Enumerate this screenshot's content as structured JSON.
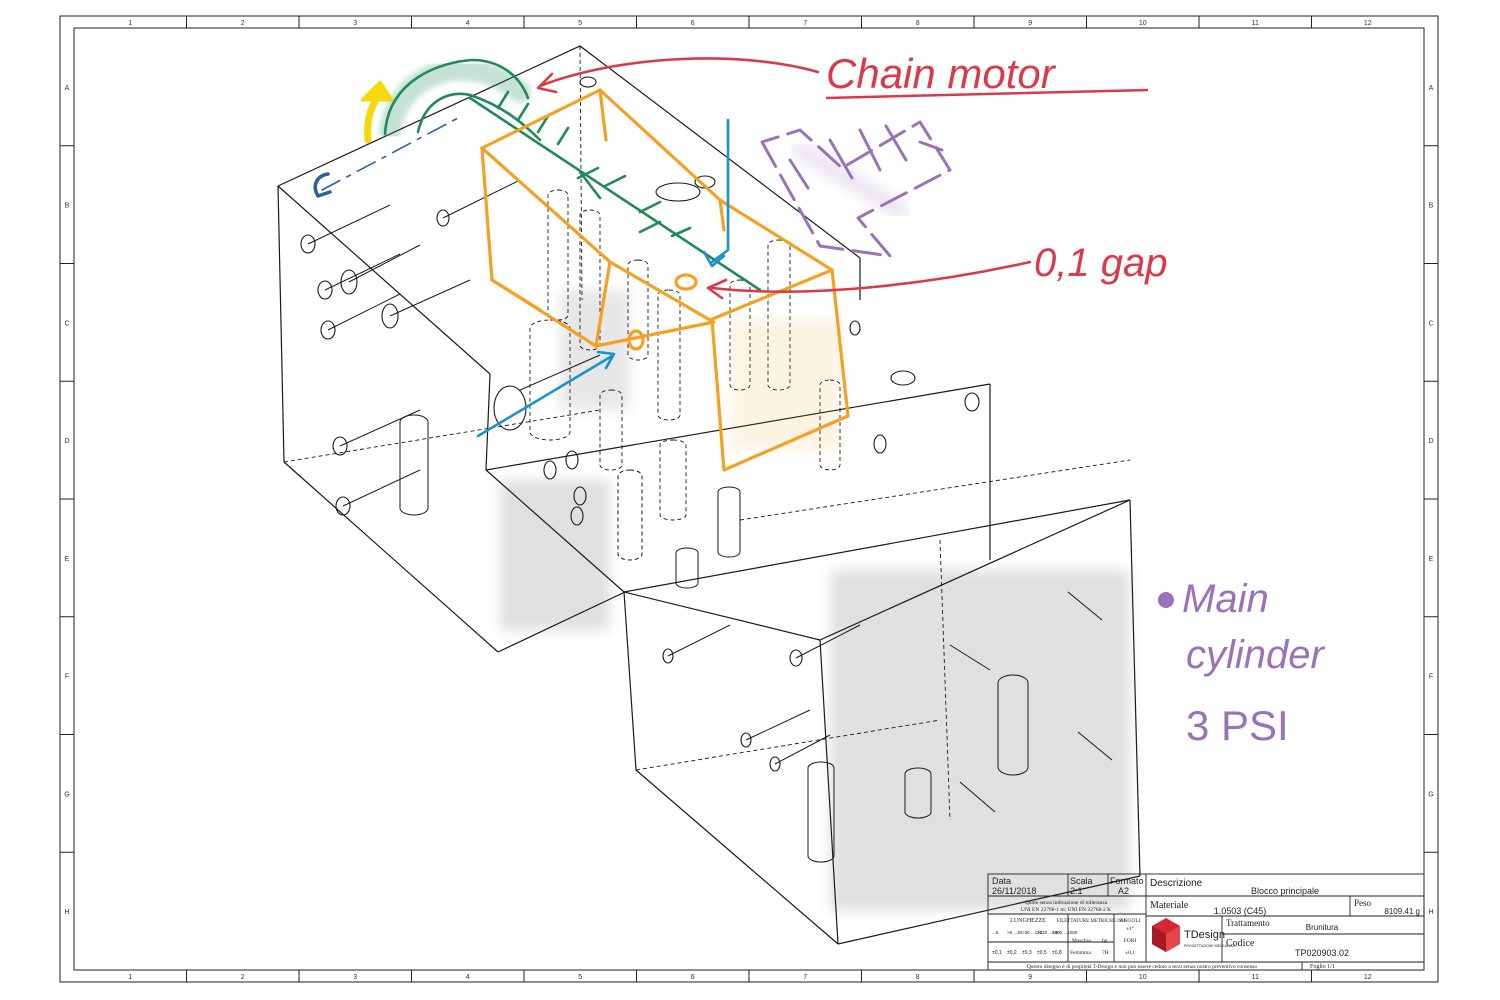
{
  "frame": {
    "columns": [
      "1",
      "2",
      "3",
      "4",
      "5",
      "6",
      "7",
      "8",
      "9",
      "10",
      "11",
      "12"
    ],
    "rows": [
      "A",
      "B",
      "C",
      "D",
      "E",
      "F",
      "G",
      "H"
    ]
  },
  "annotations": {
    "chain_motor": "Chain motor",
    "gap": "0,1 gap",
    "main_cylinder_line1": "Main",
    "main_cylinder_line2": "cylinder",
    "pressure": "3 PSI",
    "colors": {
      "red": "#d93a4a",
      "orange": "#f5a023",
      "green": "#1f8a5a",
      "purple": "#9a72b8",
      "blue": "#1a93c9",
      "navy": "#2d5fa6",
      "yellow": "#f4d90e"
    }
  },
  "title_block": {
    "data_label": "Data",
    "data_value": "26/11/2018",
    "scala_label": "Scala",
    "scala_value": "2:1",
    "formato_label": "Formato",
    "formato_value": "A2",
    "tolerance_line1": "Quote senza indicazione di tolleranza",
    "tolerance_line2": "UNI EN 22768-1 m; UNI EN 22768-2 K",
    "lunghezze": "LUNGHEZZE",
    "filettature": "FILETTATURE METRICHE ISO",
    "angoli": "ANGOLI",
    "angoli_value": "±1°",
    "len_ranges_1": [
      "...6",
      ">6 ...30",
      ">30 ...120",
      ">120 ...400",
      ">400 ...1000"
    ],
    "len_tols": [
      "±0,1",
      "±0,2",
      "±0,3",
      "±0,5",
      "±0,8"
    ],
    "maschio": "Maschio",
    "maschio_value": "6g",
    "femmina": "Femmina",
    "femmina_value": "7H",
    "fori": "FORI",
    "fori_value": "±0,1",
    "descrizione_label": "Descrizione",
    "descrizione_value": "Blocco principale",
    "materiale_label": "Materiale",
    "materiale_value": "1.0503 (C45)",
    "peso_label": "Peso",
    "peso_value": "8109.41 g",
    "trattamento_label": "Trattamento",
    "trattamento_value": "Brunitura",
    "codice_label": "Codice",
    "codice_value": "TP020903.02",
    "brand": "TDesign",
    "brand_sub": "PROGETTAZIONE MECCANICA",
    "footer": "Questo disegno è di proprietà T-Design e non può essere ceduto a terzi senza nostro preventivo consenso",
    "foglio": "Foglio 1/1"
  }
}
